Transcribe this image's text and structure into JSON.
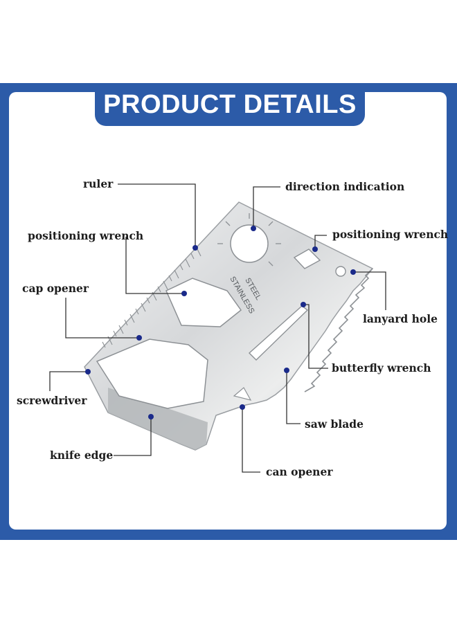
{
  "title": "PRODUCT DETAILS",
  "card_engraving": [
    "STAINLESS",
    "STEEL"
  ],
  "labels": {
    "ruler": "ruler",
    "direction_indication": "direction indication",
    "positioning_wrench_left": "positioning wrench",
    "positioning_wrench_right": "positioning wrench",
    "cap_opener": "cap opener",
    "lanyard_hole": "lanyard hole",
    "butterfly_wrench": "butterfly wrench",
    "screwdriver": "screwdriver",
    "saw_blade": "saw blade",
    "knife_edge": "knife edge",
    "can_opener": "can opener"
  },
  "colors": {
    "frame": "#2c5ba8",
    "marker": "#1a2a8a",
    "leader_line": "#333333",
    "steel": "#d9dadc"
  }
}
